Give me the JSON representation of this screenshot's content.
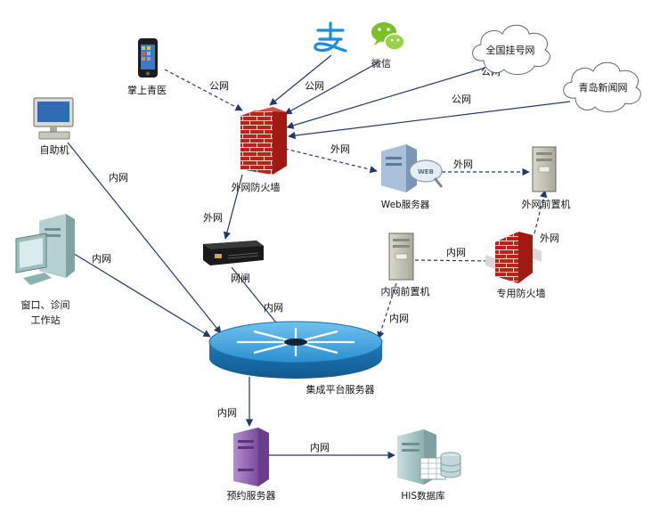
{
  "nodes": {
    "mobile": {
      "label": "掌上青医",
      "icon": "smartphone-icon"
    },
    "alipay": {
      "label": "",
      "icon": "alipay-logo-icon"
    },
    "wechat": {
      "label": "微信",
      "icon": "wechat-logo-icon"
    },
    "national_registration": {
      "label": "全国挂号网",
      "icon": "cloud-icon"
    },
    "qingdao_news": {
      "label": "青岛新闻网",
      "icon": "cloud-icon"
    },
    "kiosk": {
      "label": "自助机",
      "icon": "desktop-computer-icon"
    },
    "external_firewall": {
      "label": "外网防火墙",
      "icon": "brick-firewall-icon"
    },
    "web_server": {
      "label": "Web服务器",
      "icon": "web-server-icon"
    },
    "external_front_machine": {
      "label": "外网前置机",
      "icon": "tower-server-icon"
    },
    "gateway": {
      "label": "网闸",
      "icon": "network-gateway-icon"
    },
    "internal_front_machine": {
      "label": "内网前置机",
      "icon": "tower-server-icon"
    },
    "dedicated_firewall": {
      "label": "专用防火墙",
      "icon": "brick-firewall-icon"
    },
    "window_workstation": {
      "label_line1": "窗口、诊间",
      "label_line2": "工作站",
      "icon": "workstation-icon"
    },
    "integration_server": {
      "label": "集成平台服务器",
      "icon": "hub-switch-icon"
    },
    "appointment_server": {
      "label": "预约服务器",
      "icon": "purple-server-icon"
    },
    "his_database": {
      "label": "HIS数据库",
      "icon": "database-server-icon"
    }
  },
  "edges": {
    "mobile_to_firewall": "公网",
    "alipay_to_firewall": "公网",
    "national_to_firewall": "公网",
    "qingdao_to_firewall": "公网",
    "firewall_to_web": "外网",
    "web_to_front": "外网",
    "firewall_to_gateway": "外网",
    "kiosk_to_hub": "内网",
    "workstation_to_hub": "内网",
    "gateway_to_hub": "内网",
    "internal_front_to_dedicated_fw": "内网",
    "dedicated_fw_to_external_front": "外网",
    "internal_front_to_hub": "内网",
    "hub_to_appointment": "内网",
    "appointment_to_his": "内网"
  },
  "colors": {
    "line": "#1f3a6b",
    "firewall_red": "#c0201a",
    "hub_blue": "#2a8fd0",
    "server_purple": "#8a5bab"
  }
}
